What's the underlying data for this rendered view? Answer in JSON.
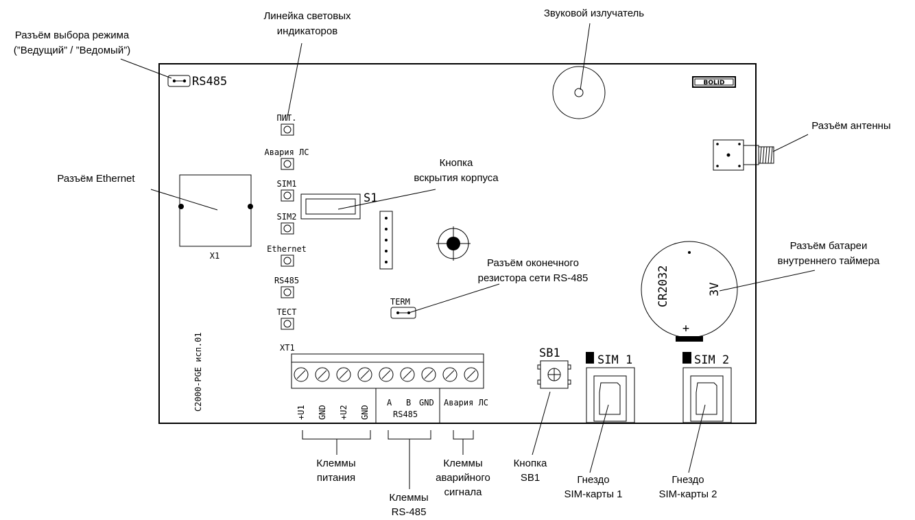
{
  "callouts": {
    "mode_connector": [
      "Разъём выбора режима",
      "(”Ведущий” / ”Ведомый”)"
    ],
    "led_line": [
      "Линейка световых",
      "индикаторов"
    ],
    "buzzer": "Звуковой излучатель",
    "antenna": "Разъём антенны",
    "ethernet": "Разъём Ethernet",
    "tamper": [
      "Кнопка",
      "вскрытия корпуса"
    ],
    "battery": [
      "Разъём батареи",
      "внутреннего таймера"
    ],
    "terminator": [
      "Разъём оконечного",
      "резистора сети RS-485"
    ],
    "power_terminals": [
      "Клеммы",
      "питания"
    ],
    "rs485_terminals": [
      "Клеммы",
      "RS-485"
    ],
    "alarm_terminals": [
      "Клеммы",
      "аварийного",
      "сигнала"
    ],
    "sb1_button": [
      "Кнопка",
      "SB1"
    ],
    "sim1_slot": [
      "Гнездо",
      "SIM-карты 1"
    ],
    "sim2_slot": [
      "Гнездо",
      "SIM-карты 2"
    ]
  },
  "board": {
    "brand": "BOLID",
    "model": "С2000-PGE исп.01",
    "rs485_jumper": "RS485",
    "ethernet_ref": "X1",
    "switch_ref": "S1",
    "term_label": "TERM",
    "terminal_ref": "XT1",
    "button_ref": "SB1",
    "battery_type": "CR2032",
    "battery_voltage": "3V",
    "battery_plus": "+",
    "sim1_label": "SIM 1",
    "sim2_label": "SIM 2",
    "leds": [
      "ПИТ.",
      "Авария ЛС",
      "SIM1",
      "SIM2",
      "Ethernet",
      "RS485",
      "ТЕСТ"
    ],
    "terminal_labels": [
      "+U1",
      "GND",
      "+U2",
      "GND"
    ],
    "rs485_pins": [
      "A",
      "B",
      "GND"
    ],
    "rs485_group": "RS485",
    "alarm_pins": "Авария ЛС"
  }
}
